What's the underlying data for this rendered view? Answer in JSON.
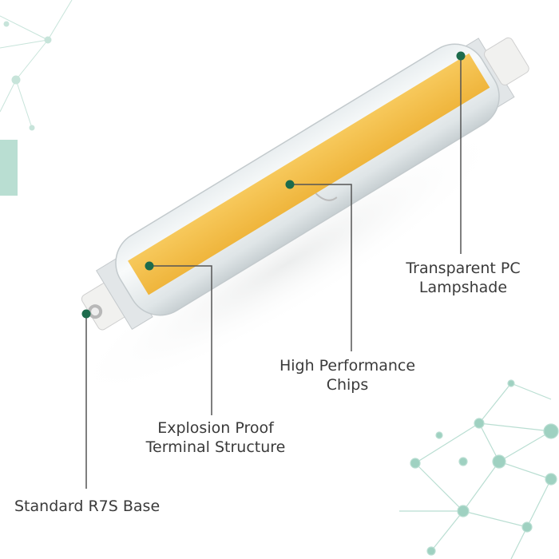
{
  "labels": {
    "lampshade": [
      "Transparent PC",
      "Lampshade"
    ],
    "chips": [
      "High Performance",
      "Chips"
    ],
    "terminal": [
      "Explosion Proof",
      "Terminal Structure"
    ],
    "base": [
      "Standard R7S Base"
    ]
  },
  "colors": {
    "dot": "#1d6b4c",
    "leader": "#555555",
    "chip": "#f5c04a",
    "network": "#b9ded2"
  }
}
